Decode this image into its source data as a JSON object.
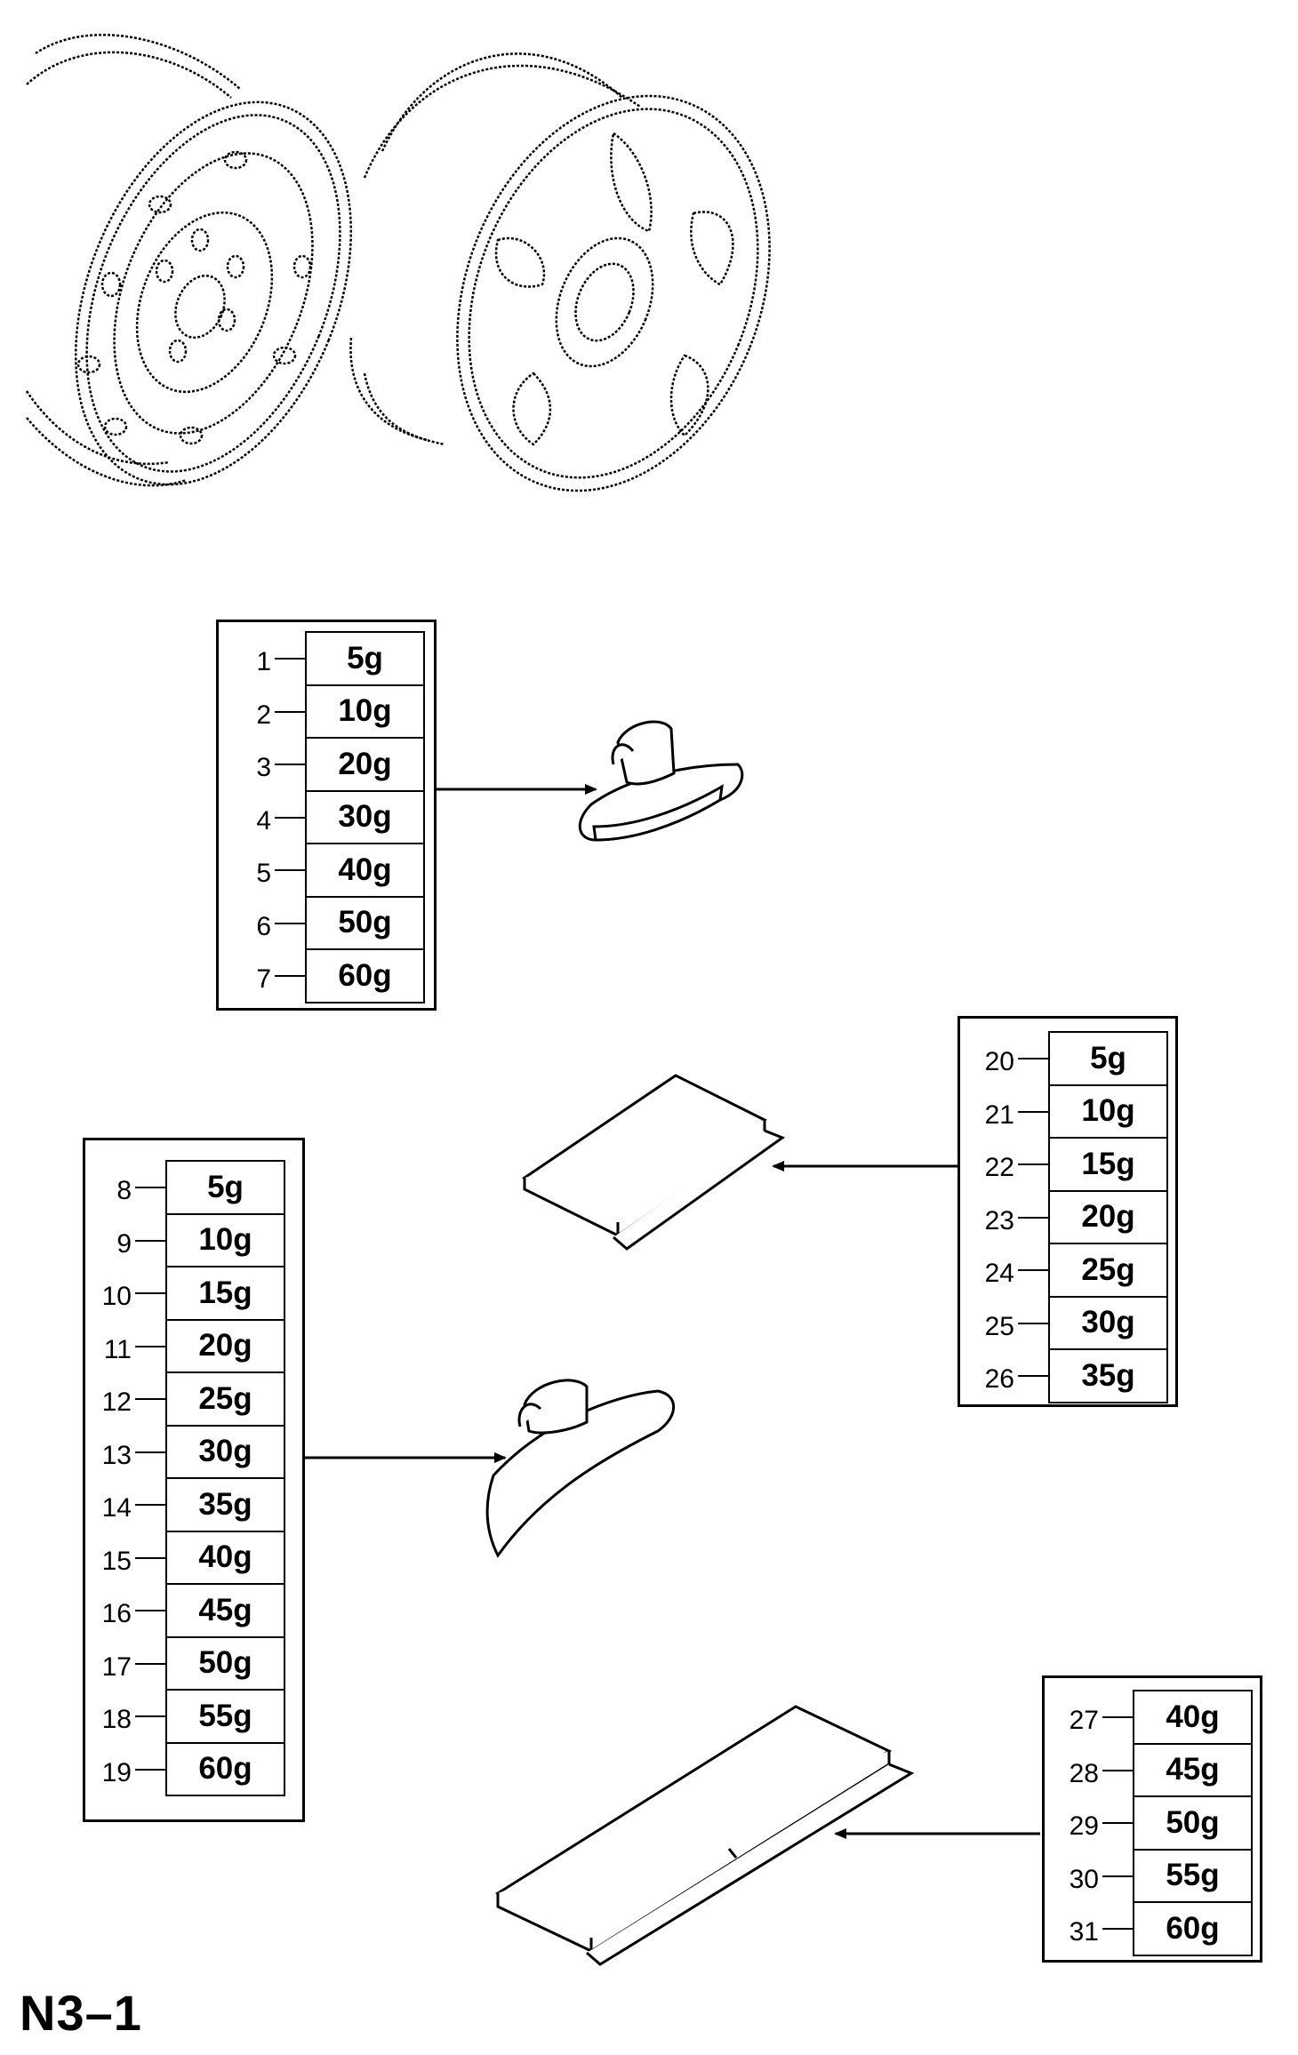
{
  "page_code": "N3–1",
  "groups": [
    {
      "id": "group-1",
      "items": [
        {
          "number": "1",
          "weight": "5g"
        },
        {
          "number": "2",
          "weight": "10g"
        },
        {
          "number": "3",
          "weight": "20g"
        },
        {
          "number": "4",
          "weight": "30g"
        },
        {
          "number": "5",
          "weight": "40g"
        },
        {
          "number": "6",
          "weight": "50g"
        },
        {
          "number": "7",
          "weight": "60g"
        }
      ]
    },
    {
      "id": "group-2",
      "items": [
        {
          "number": "8",
          "weight": "5g"
        },
        {
          "number": "9",
          "weight": "10g"
        },
        {
          "number": "10",
          "weight": "15g"
        },
        {
          "number": "11",
          "weight": "20g"
        },
        {
          "number": "12",
          "weight": "25g"
        },
        {
          "number": "13",
          "weight": "30g"
        },
        {
          "number": "14",
          "weight": "35g"
        },
        {
          "number": "15",
          "weight": "40g"
        },
        {
          "number": "16",
          "weight": "45g"
        },
        {
          "number": "17",
          "weight": "50g"
        },
        {
          "number": "18",
          "weight": "55g"
        },
        {
          "number": "19",
          "weight": "60g"
        }
      ]
    },
    {
      "id": "group-3",
      "items": [
        {
          "number": "20",
          "weight": "5g"
        },
        {
          "number": "21",
          "weight": "10g"
        },
        {
          "number": "22",
          "weight": "15g"
        },
        {
          "number": "23",
          "weight": "20g"
        },
        {
          "number": "24",
          "weight": "25g"
        },
        {
          "number": "25",
          "weight": "30g"
        },
        {
          "number": "26",
          "weight": "35g"
        }
      ]
    },
    {
      "id": "group-4",
      "items": [
        {
          "number": "27",
          "weight": "40g"
        },
        {
          "number": "28",
          "weight": "45g"
        },
        {
          "number": "29",
          "weight": "50g"
        },
        {
          "number": "30",
          "weight": "55g"
        },
        {
          "number": "31",
          "weight": "60g"
        }
      ]
    }
  ],
  "illustrations": [
    "steel-wheel-icon",
    "alloy-wheel-icon",
    "clip-on-weight-icon",
    "adhesive-weight-icon",
    "clip-on-weight-curved-icon",
    "adhesive-strip-weight-icon"
  ]
}
